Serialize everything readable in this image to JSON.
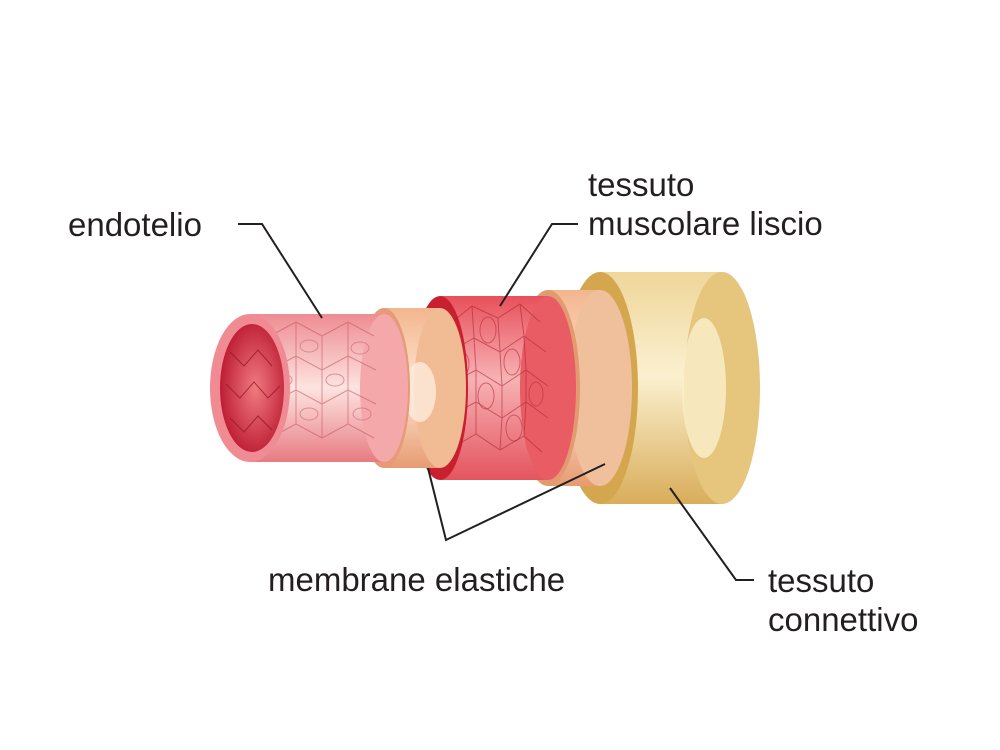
{
  "labels": {
    "endotelio": "endotelio",
    "muscolare_line1": "tessuto",
    "muscolare_line2": "muscolare liscio",
    "membrane": "membrane elastiche",
    "connettivo_line1": "tessuto",
    "connettivo_line2": "connettivo"
  },
  "colors": {
    "endothelium": "#e8707a",
    "lumen": "#c41e3a",
    "elastic_membrane": "#f2b48c",
    "smooth_muscle": "#e2383f",
    "connective_tissue": "#dcb467",
    "leader_lines": "#231f20"
  }
}
